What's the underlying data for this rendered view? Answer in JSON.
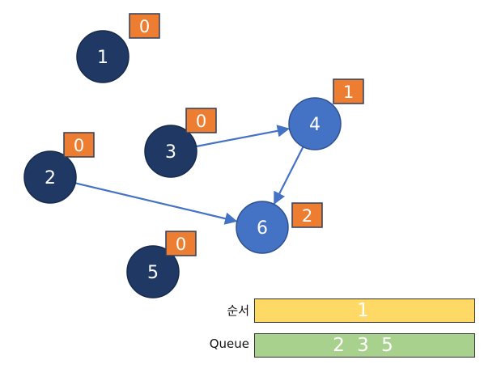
{
  "colors": {
    "idle_node": "#1f3864",
    "active_node": "#4472c4",
    "badge": "#ed7d31",
    "edge": "#4472c4",
    "order_bar": "#ffd966",
    "queue_bar": "#a9d18e"
  },
  "nodes": [
    {
      "id": "1",
      "indegree": "0",
      "state": "idle"
    },
    {
      "id": "2",
      "indegree": "0",
      "state": "idle"
    },
    {
      "id": "3",
      "indegree": "0",
      "state": "idle"
    },
    {
      "id": "4",
      "indegree": "1",
      "state": "active"
    },
    {
      "id": "5",
      "indegree": "0",
      "state": "idle"
    },
    {
      "id": "6",
      "indegree": "2",
      "state": "active"
    }
  ],
  "edges": [
    {
      "from": "3",
      "to": "4"
    },
    {
      "from": "4",
      "to": "6"
    },
    {
      "from": "2",
      "to": "6"
    }
  ],
  "order": {
    "label": "순서",
    "value": "1"
  },
  "queue": {
    "label": "Queue",
    "value": "2 3 5"
  }
}
